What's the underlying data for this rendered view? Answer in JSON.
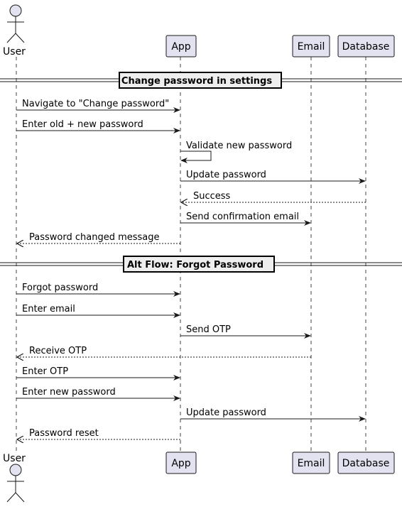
{
  "participants": {
    "user": "User",
    "app": "App",
    "email": "Email",
    "database": "Database"
  },
  "sections": {
    "change_password": "Change password in settings",
    "forgot_password": "Alt Flow: Forgot Password"
  },
  "messages": [
    {
      "from": "user",
      "to": "app",
      "label": "Navigate to \"Change password\"",
      "type": "sync"
    },
    {
      "from": "user",
      "to": "app",
      "label": "Enter old + new password",
      "type": "sync"
    },
    {
      "from": "app",
      "to": "app",
      "label": "Validate new password",
      "type": "self"
    },
    {
      "from": "app",
      "to": "database",
      "label": "Update password",
      "type": "sync"
    },
    {
      "from": "database",
      "to": "app",
      "label": "Success",
      "type": "return"
    },
    {
      "from": "app",
      "to": "email",
      "label": "Send confirmation email",
      "type": "sync"
    },
    {
      "from": "app",
      "to": "user",
      "label": "Password changed message",
      "type": "return"
    },
    {
      "from": "user",
      "to": "app",
      "label": "Forgot password",
      "type": "sync"
    },
    {
      "from": "user",
      "to": "app",
      "label": "Enter email",
      "type": "sync"
    },
    {
      "from": "app",
      "to": "email",
      "label": "Send OTP",
      "type": "sync"
    },
    {
      "from": "email",
      "to": "user",
      "label": "Receive OTP",
      "type": "return"
    },
    {
      "from": "user",
      "to": "app",
      "label": "Enter OTP",
      "type": "sync"
    },
    {
      "from": "user",
      "to": "app",
      "label": "Enter new password",
      "type": "sync"
    },
    {
      "from": "app",
      "to": "database",
      "label": "Update password",
      "type": "sync"
    },
    {
      "from": "app",
      "to": "user",
      "label": "Password reset",
      "type": "return"
    }
  ],
  "colors": {
    "participant_fill": "#e2e2f0",
    "participant_border": "#181818",
    "lifeline": "#181818",
    "separator_fill": "#eeeeee"
  }
}
